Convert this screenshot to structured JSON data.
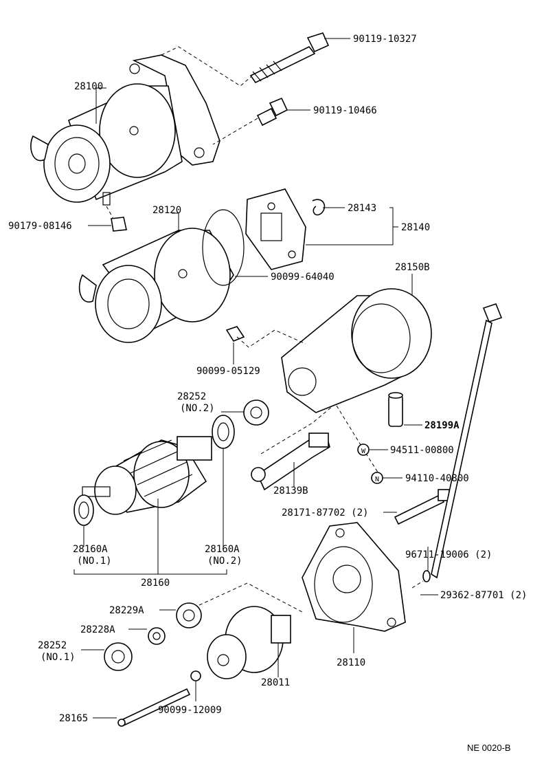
{
  "labels": {
    "p_28100": "28100",
    "p_90119_10327": "90119-10327",
    "p_90119_10466": "90119-10466",
    "p_90179_08146": "90179-08146",
    "p_28120": "28120",
    "p_28143": "28143",
    "p_28140": "28140",
    "p_90099_64040": "90099-64040",
    "p_28150B": "28150B",
    "p_90099_05129": "90099-05129",
    "p_28252_a": "28252",
    "p_no2_a": "(NO.2)",
    "p_28199A": "28199A",
    "p_94511_00800": "94511-00800",
    "p_94110_40800": "94110-40800",
    "p_28139B": "28139B",
    "p_28171_87702": "28171-87702 (2)",
    "p_28160A_1": "28160A",
    "p_no1_a": "(NO.1)",
    "p_28160A_2": "28160A",
    "p_no2_b": "(NO.2)",
    "p_28160": "28160",
    "p_96711_19006": "96711-19006 (2)",
    "p_29362_87701": "29362-87701 (2)",
    "p_28229A": "28229A",
    "p_28228A": "28228A",
    "p_28252_b": "28252",
    "p_no1_b": "(NO.1)",
    "p_28110": "28110",
    "p_28011": "28011",
    "p_28165": "28165",
    "p_90099_12009": "90099-12009",
    "ref_code": "NE 0020-B",
    "w_mark": "W",
    "n_mark": "N"
  }
}
